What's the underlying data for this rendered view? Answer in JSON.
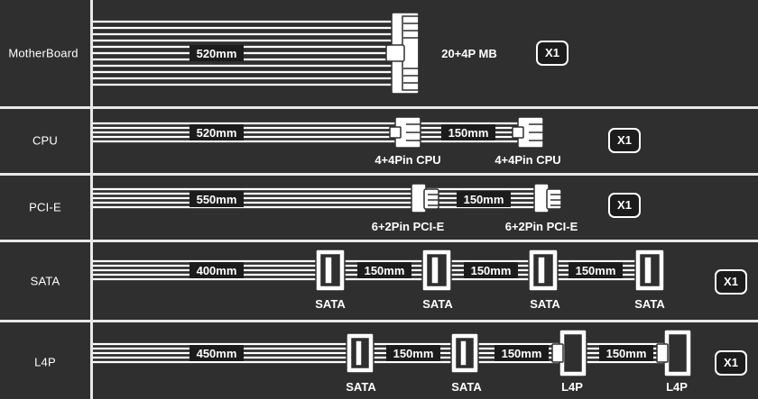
{
  "rows": [
    {
      "label": "MotherBoard",
      "cable_length": "520mm",
      "connector_label": "20+4P MB",
      "quantity": "X1"
    },
    {
      "label": "CPU",
      "cable_length": "520mm",
      "segment_length": "150mm",
      "connectors": [
        "4+4Pin CPU",
        "4+4Pin CPU"
      ],
      "quantity": "X1"
    },
    {
      "label": "PCI-E",
      "cable_length": "550mm",
      "segment_length": "150mm",
      "connectors": [
        "6+2Pin PCI-E",
        "6+2Pin PCI-E"
      ],
      "quantity": "X1"
    },
    {
      "label": "SATA",
      "cable_length": "400mm",
      "segment_length": "150mm",
      "connectors": [
        "SATA",
        "SATA",
        "SATA",
        "SATA"
      ],
      "quantity": "X1"
    },
    {
      "label": "L4P",
      "cable_length": "450mm",
      "segment_length": "150mm",
      "connectors": [
        "SATA",
        "SATA",
        "L4P",
        "L4P"
      ],
      "quantity": "X1"
    }
  ]
}
